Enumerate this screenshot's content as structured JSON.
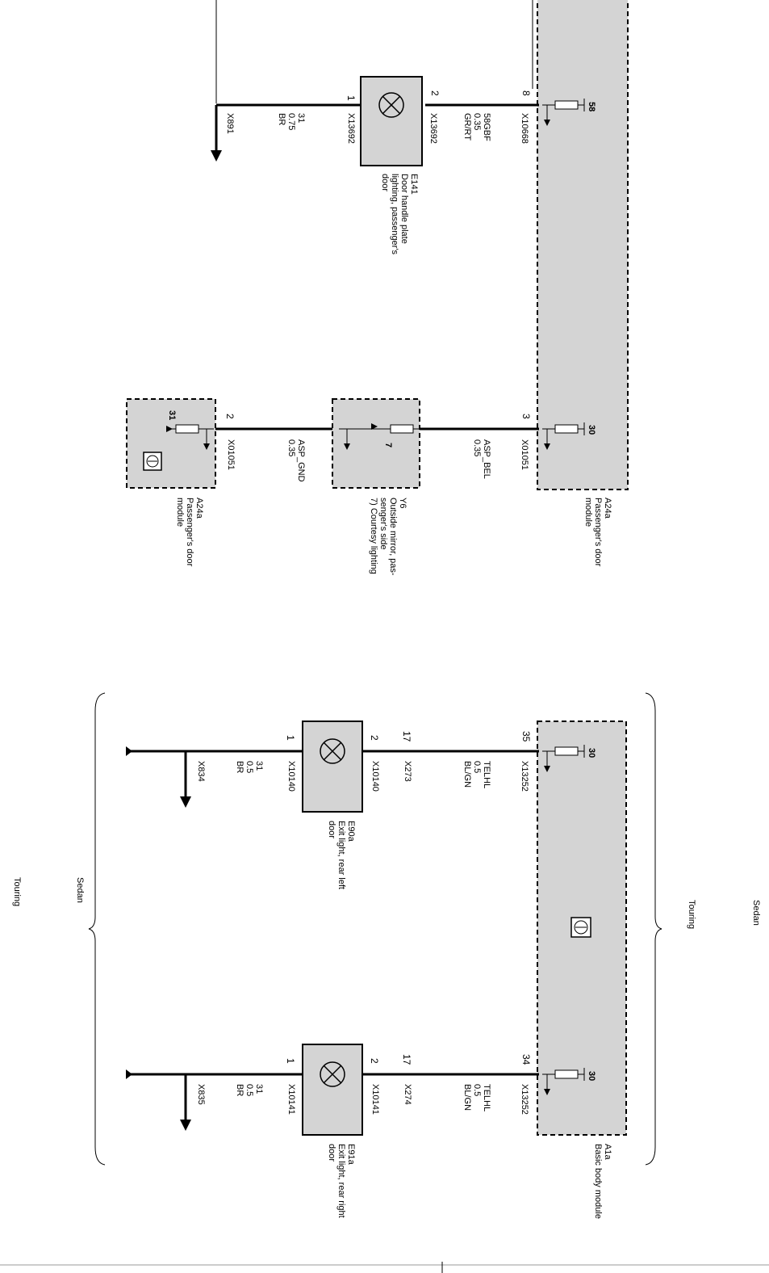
{
  "a24a_upper": {
    "id": "A24a",
    "name_lines": [
      "Passenger's door",
      "module"
    ],
    "pin_58": "58",
    "pin_30": "30"
  },
  "e141": {
    "id": "E141",
    "name_lines": [
      "Door handle plate",
      "lighting, passenger's",
      "door"
    ],
    "pin1": "1",
    "pin2": "2",
    "conn": "X13692"
  },
  "wire_58gbf": {
    "pin": "8",
    "conn": "X10668",
    "signal": "58GBF",
    "gauge": "0.35",
    "color": "GR/RT"
  },
  "ground_e141": {
    "signal": "31",
    "gauge": "0.75",
    "color": "BR",
    "ground": "X891"
  },
  "wire_asp_bel": {
    "pin": "3",
    "conn": "X01051",
    "signal": "ASP_BEL",
    "gauge": "0.35"
  },
  "y6": {
    "id": "Y6",
    "name_lines": [
      "Outside mirror, pas-",
      "senger's side",
      "7) Courtesy lighting"
    ],
    "pin": "7"
  },
  "wire_asp_gnd": {
    "pin": "2",
    "conn": "X01051",
    "signal": "ASP_GND",
    "gauge": "0.35"
  },
  "a24a_lower": {
    "id": "A24a",
    "name_lines": [
      "Passenger's door",
      "module"
    ],
    "pin_31": "31"
  },
  "a1a": {
    "id": "A1a",
    "name_lines": [
      "Basic body module"
    ],
    "pin_30": "30"
  },
  "e90a": {
    "id": "E90a",
    "name_lines": [
      "Exit light, rear left",
      "door"
    ],
    "pin1": "1",
    "pin2": "2",
    "conn": "X10140",
    "in_pin": "35",
    "in_conn": "X13252",
    "signal": "TELHL",
    "gauge": "0.5",
    "color": "BL/GN",
    "splice_pin": "17",
    "splice": "X273",
    "gnd_signal": "31",
    "gnd_gauge": "0.5",
    "gnd_color": "BR",
    "ground": "X834"
  },
  "e91a": {
    "id": "E91a",
    "name_lines": [
      "Exit light, rear right",
      "door"
    ],
    "pin1": "1",
    "pin2": "2",
    "conn": "X10141",
    "in_pin": "34",
    "in_conn": "X13252",
    "signal": "TELHL",
    "gauge": "0.5",
    "color": "BL/GN",
    "splice_pin": "17",
    "splice": "X274",
    "gnd_signal": "31",
    "gnd_gauge": "0.5",
    "gnd_color": "BR",
    "ground": "X835"
  },
  "variants": {
    "sedan": "Sedan",
    "touring": "Touring"
  }
}
